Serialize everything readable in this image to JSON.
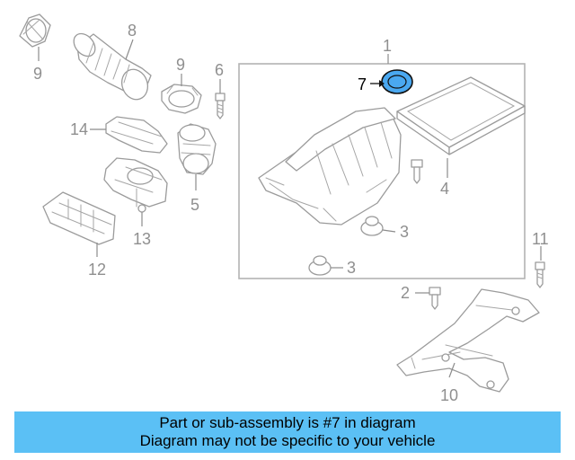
{
  "diagram": {
    "callouts": {
      "c1": "1",
      "c2": "2",
      "c3a": "3",
      "c3b": "3",
      "c4": "4",
      "c5": "5",
      "c6": "6",
      "c7": "7",
      "c8": "8",
      "c9a": "9",
      "c9b": "9",
      "c10": "10",
      "c11": "11",
      "c12": "12",
      "c13": "13",
      "c14": "14"
    },
    "highlighted_part": "7",
    "highlight_color": "#4aa8f0"
  },
  "banner": {
    "line1": "Part or sub-assembly is #7 in diagram",
    "line2": "Diagram may not be specific to your vehicle",
    "background_color": "#5bc0f5"
  }
}
